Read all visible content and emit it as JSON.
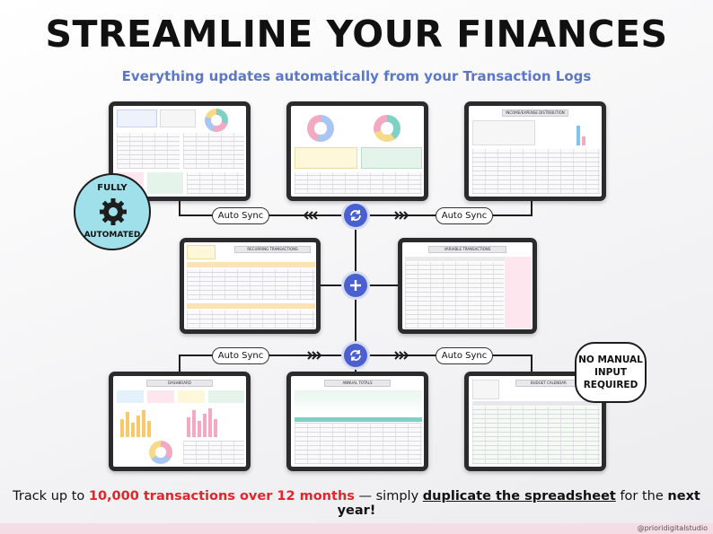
{
  "header": {
    "title": "STREAMLINE YOUR FINANCES",
    "subtitle": "Everything updates automatically from your Transaction Logs"
  },
  "connectors": {
    "top_left_label": "Auto Sync",
    "top_right_label": "Auto Sync",
    "bottom_left_label": "Auto Sync",
    "bottom_right_label": "Auto Sync",
    "accent_color": "#4a5fd0"
  },
  "badges": {
    "fully_automated": [
      "FULLY",
      "AUTOMATED"
    ],
    "no_manual": [
      "NO MANUAL",
      "INPUT",
      "REQUIRED"
    ]
  },
  "sheets": {
    "income_expense": "INCOME/EXPENSE DISTRIBUTION",
    "recurring": "RECURRING TRANSACTIONS",
    "variable": "VARIABLE TRANSACTIONS",
    "dashboard": "DASHBOARD",
    "annual": "ANNUAL TOTALS",
    "budget": "BUDGET CALENDAR"
  },
  "footer": {
    "part1": "Track up to ",
    "highlight": "10,000 transactions over 12 months",
    "part2": " — simply ",
    "link": "duplicate the spreadsheet",
    "part3": " for the ",
    "bold_end": "next year!",
    "credit": "@prioridigitalstudio"
  },
  "colors": {
    "subtitle": "#5b78c8",
    "highlight": "#e0262b",
    "badge_fill": "#9fe0ea"
  }
}
